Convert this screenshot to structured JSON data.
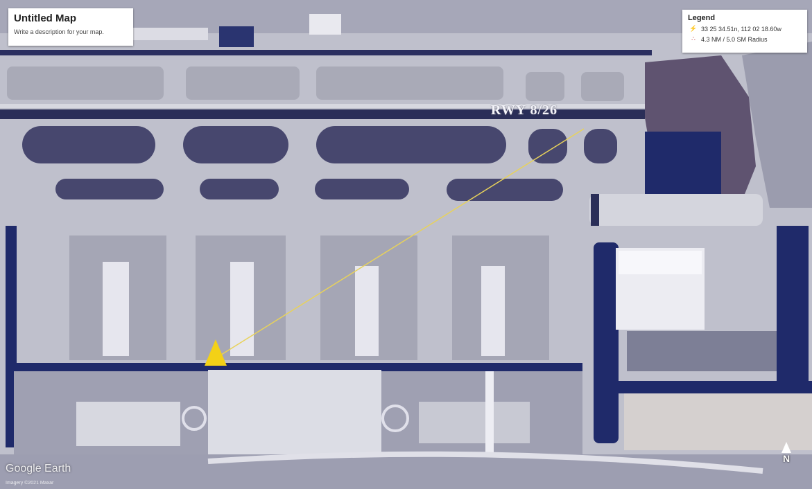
{
  "map": {
    "title": "Untitled Map",
    "description": "Write a description for your map."
  },
  "legend": {
    "title": "Legend",
    "items": [
      {
        "label": "33 25 34.51n, 112 02 18.60w",
        "icon": "yellow-pin-icon",
        "color": "#e6c21a"
      },
      {
        "label": "4.3 NM / 5.0 SM Radius",
        "icon": "red-dots-icon",
        "color": "#c0282a"
      }
    ]
  },
  "runway_label": "RWY 8/26",
  "logo_text": "Google Earth",
  "copyright": "Imagery ©2021 Maxar",
  "north_label": "N",
  "colors": {
    "apron": "#c9cad4",
    "grass": "#47476e",
    "shadow": "#1f2a6a",
    "line": "#e8d25a",
    "pin": "#f3d117"
  }
}
